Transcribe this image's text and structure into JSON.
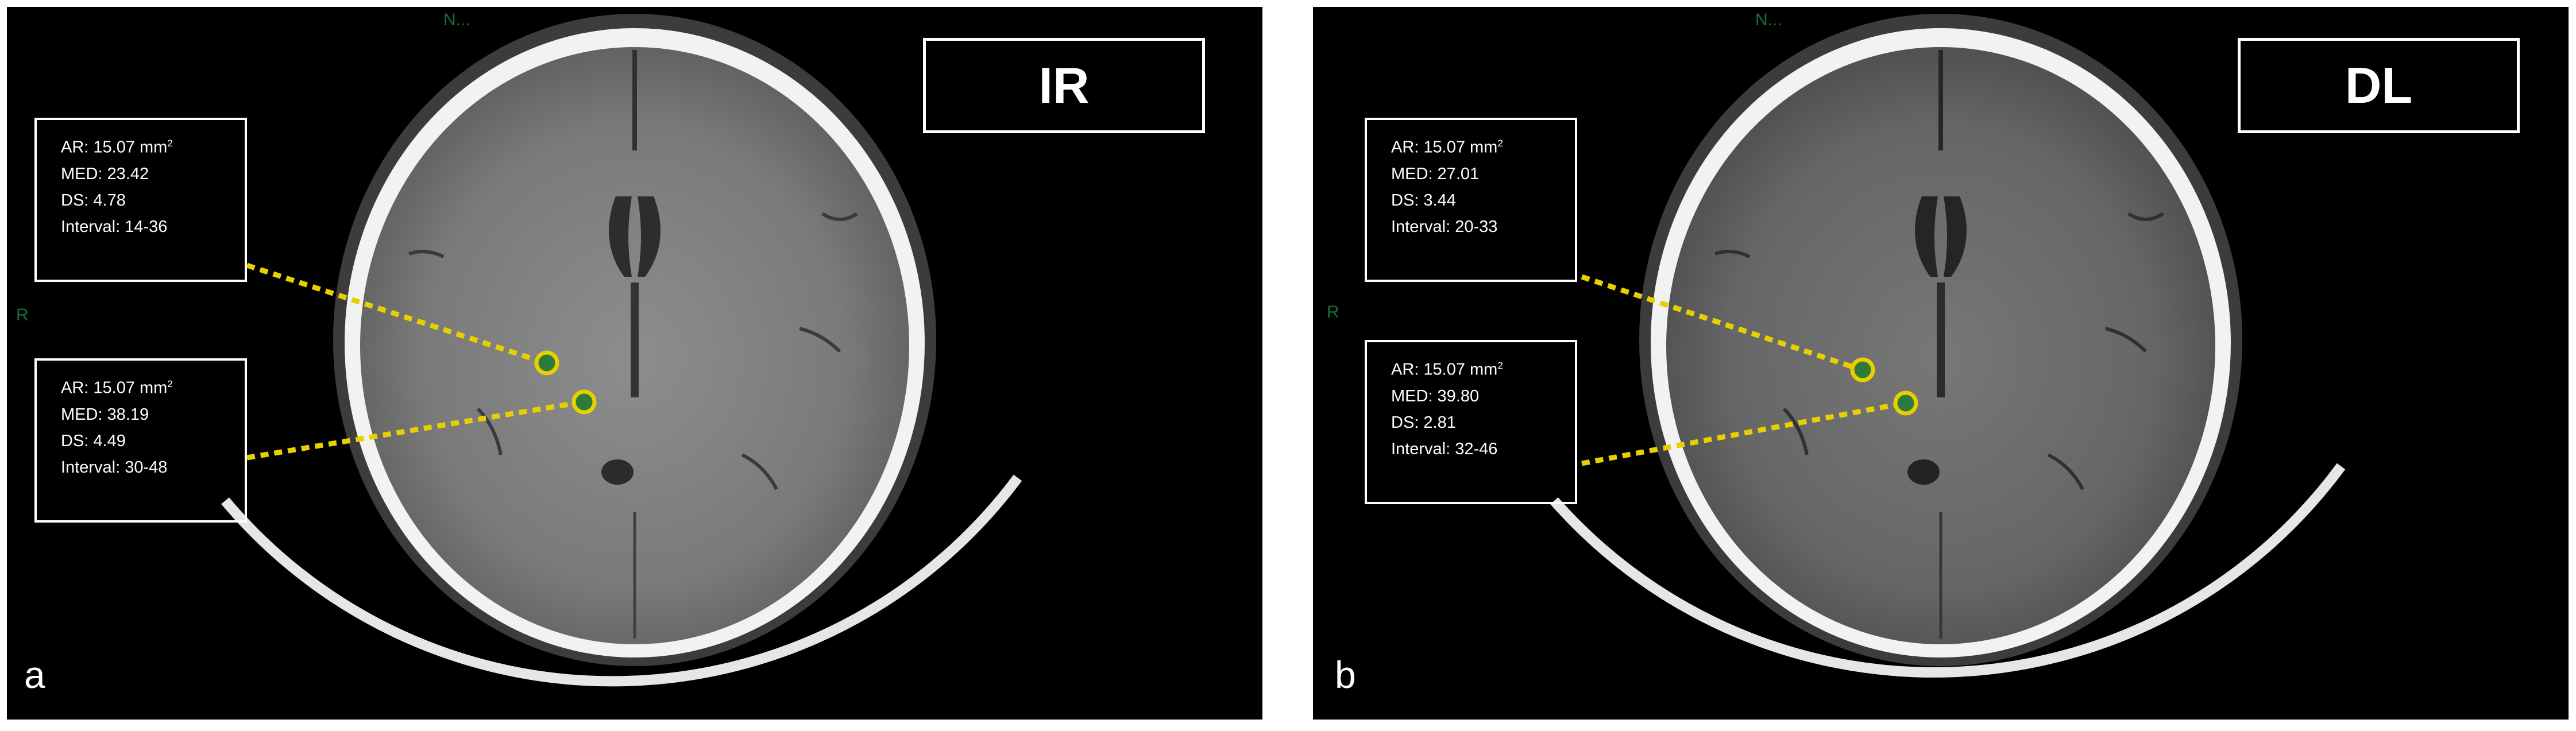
{
  "panels": [
    {
      "letter": "a",
      "recon_label": "IR",
      "orientation": {
        "top": "N...",
        "left": "R"
      },
      "rois": [
        {
          "area_label": "AR: 15.07 mm",
          "area_sup": "2",
          "med": "MED: 23.42",
          "ds": "DS: 4.78",
          "interval": "Interval: 14-36"
        },
        {
          "area_label": "AR: 15.07 mm",
          "area_sup": "2",
          "med": "MED: 38.19",
          "ds": "DS: 4.49",
          "interval": "Interval: 30-48"
        }
      ]
    },
    {
      "letter": "b",
      "recon_label": "DL",
      "orientation": {
        "top": "N...",
        "left": "R"
      },
      "rois": [
        {
          "area_label": "AR: 15.07 mm",
          "area_sup": "2",
          "med": "MED: 27.01",
          "ds": "DS: 3.44",
          "interval": "Interval: 20-33"
        },
        {
          "area_label": "AR: 15.07 mm",
          "area_sup": "2",
          "med": "MED: 39.80",
          "ds": "DS: 2.81",
          "interval": "Interval: 32-46"
        }
      ]
    }
  ],
  "colors": {
    "background": "#000000",
    "roi_circle": "#e8d000",
    "leader_line": "#e8d000",
    "orientation_text": "#1f6b3a"
  }
}
